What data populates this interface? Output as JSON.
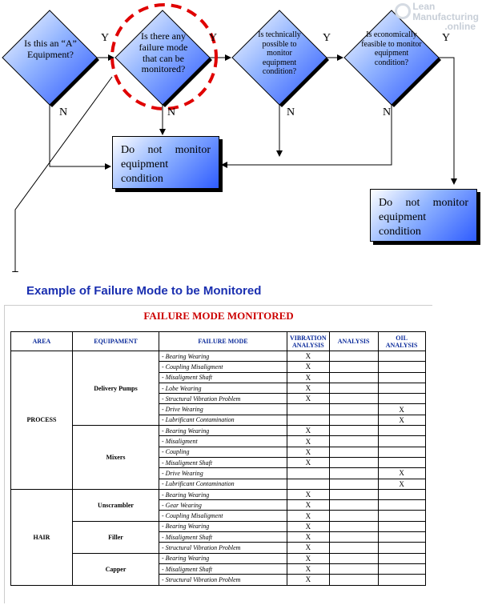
{
  "flowchart": {
    "decisions": [
      "Is this an “A” Equipment?",
      "Is there any failure mode that can be monitored?",
      "Is technically possible to monitor equipment condition?",
      "Is economically feasible to monitor equipment condition?"
    ],
    "yes_label": "Y",
    "no_label": "N",
    "terminal_1": "Do not monitor equipment condition",
    "terminal_2": "Do not monitor equipment condition"
  },
  "logo": {
    "line1": "Lean",
    "line2": "Manufacturing",
    "line3": ".online"
  },
  "example_title": "Example of Failure Mode to be Monitored",
  "table": {
    "title": "FAILURE MODE MONITORED",
    "headers": [
      "AREA",
      "EQUIPAMENT",
      "FAILURE MODE",
      "VIBRATION ANALYSIS",
      "ANALYSIS",
      "OIL ANALYSIS"
    ],
    "mark": "X",
    "areas": [
      {
        "name": "PROCESS",
        "equipment": [
          {
            "name": "Delivery Pumps",
            "modes": [
              {
                "mode": "- Bearing Wearing",
                "vib": "X",
                "ana": "",
                "oil": ""
              },
              {
                "mode": "- Coupling Misaligment",
                "vib": "X",
                "ana": "",
                "oil": ""
              },
              {
                "mode": "- Misaligment Shaft",
                "vib": "X",
                "ana": "",
                "oil": ""
              },
              {
                "mode": "- Lobe Wearing",
                "vib": "X",
                "ana": "",
                "oil": ""
              },
              {
                "mode": "- Structural Vibration Problem",
                "vib": "X",
                "ana": "",
                "oil": ""
              },
              {
                "mode": "- Drive Wearing",
                "vib": "",
                "ana": "",
                "oil": "X"
              },
              {
                "mode": "- Lubrificant Contamination",
                "vib": "",
                "ana": "",
                "oil": "X"
              }
            ]
          },
          {
            "name": "Mixers",
            "modes": [
              {
                "mode": "- Bearing Wearing",
                "vib": "X",
                "ana": "",
                "oil": ""
              },
              {
                "mode": "- Misaligment",
                "vib": "X",
                "ana": "",
                "oil": ""
              },
              {
                "mode": "- Coupling",
                "vib": "X",
                "ana": "",
                "oil": ""
              },
              {
                "mode": "- Misaligment Shaft",
                "vib": "X",
                "ana": "",
                "oil": ""
              },
              {
                "mode": "- Drive Wearing",
                "vib": "",
                "ana": "",
                "oil": "X"
              },
              {
                "mode": "- Lubrificant Contamination",
                "vib": "",
                "ana": "",
                "oil": "X"
              }
            ]
          }
        ]
      },
      {
        "name": "HAIR",
        "equipment": [
          {
            "name": "Unscrambler",
            "modes": [
              {
                "mode": "- Bearing Wearing",
                "vib": "X",
                "ana": "",
                "oil": ""
              },
              {
                "mode": "- Gear Wearing",
                "vib": "X",
                "ana": "",
                "oil": ""
              },
              {
                "mode": "- Coupling Misaligment",
                "vib": "X",
                "ana": "",
                "oil": ""
              }
            ]
          },
          {
            "name": "Filler",
            "modes": [
              {
                "mode": "- Bearing Wearing",
                "vib": "X",
                "ana": "",
                "oil": ""
              },
              {
                "mode": "- Misaligment Shaft",
                "vib": "X",
                "ana": "",
                "oil": ""
              },
              {
                "mode": "- Structural Vibration Problem",
                "vib": "X",
                "ana": "",
                "oil": ""
              }
            ]
          },
          {
            "name": "Capper",
            "modes": [
              {
                "mode": "- Bearing Wearing",
                "vib": "X",
                "ana": "",
                "oil": ""
              },
              {
                "mode": "- Misaligment Shaft",
                "vib": "X",
                "ana": "",
                "oil": ""
              },
              {
                "mode": "- Structural Vibration Problem",
                "vib": "X",
                "ana": "",
                "oil": ""
              }
            ]
          }
        ]
      }
    ]
  }
}
